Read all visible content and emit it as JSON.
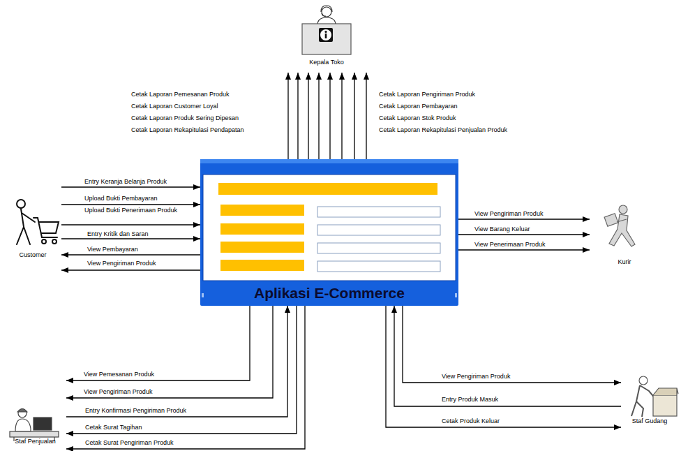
{
  "diagram": {
    "nodes": [
      {
        "text": [
          "Kepala Toko"
        ]
      },
      {
        "text": [
          "Customer"
        ]
      },
      {
        "text": [
          "Aplikasi E-Commerce"
        ]
      },
      {
        "text": [
          "Kurir"
        ]
      },
      {
        "text": [
          "Staf Penjualan"
        ]
      },
      {
        "text": [
          "Staf Gudang"
        ]
      }
    ],
    "edges": [
      {
        "from": 2,
        "to": 0,
        "label": "Cetak Laporan Pemesanan Produk",
        "arrow": "to"
      },
      {
        "from": 2,
        "to": 0,
        "label": "Cetak Laporan Customer Loyal",
        "arrow": "to"
      },
      {
        "from": 2,
        "to": 0,
        "label": "Cetak Laporan Produk Sering Dipesan",
        "arrow": "to"
      },
      {
        "from": 2,
        "to": 0,
        "label": "Cetak Laporan Rekapitulasi Pendapatan",
        "arrow": "to"
      },
      {
        "from": 2,
        "to": 0,
        "label": "Cetak Laporan Pengiriman Produk",
        "arrow": "to"
      },
      {
        "from": 2,
        "to": 0,
        "label": "Cetak Laporan Pembayaran",
        "arrow": "to"
      },
      {
        "from": 2,
        "to": 0,
        "label": "Cetak Laporan Stok Produk",
        "arrow": "to"
      },
      {
        "from": 2,
        "to": 0,
        "label": "Cetak Laporan Rekapitulasi Penjualan Produk",
        "arrow": "to"
      },
      {
        "from": 1,
        "to": 2,
        "label": "Entry Keranja Belanja Produk",
        "arrow": "to"
      },
      {
        "from": 1,
        "to": 2,
        "label": "Upload Bukti Pembayaran",
        "arrow": "to"
      },
      {
        "from": 1,
        "to": 2,
        "label": "Upload Bukti Penerimaan Produk",
        "arrow": "to"
      },
      {
        "from": 1,
        "to": 2,
        "label": "Entry Kritik dan Saran",
        "arrow": "to"
      },
      {
        "from": 2,
        "to": 1,
        "label": "View Pembayaran",
        "arrow": "to"
      },
      {
        "from": 2,
        "to": 1,
        "label": "View Pengiriman Produk",
        "arrow": "to"
      },
      {
        "from": 2,
        "to": 3,
        "label": "View Pengiriman Produk",
        "arrow": "to"
      },
      {
        "from": 2,
        "to": 3,
        "label": "View Barang Keluar",
        "arrow": "to"
      },
      {
        "from": 2,
        "to": 3,
        "label": "View Penerimaan Produk",
        "arrow": "to"
      },
      {
        "from": 2,
        "to": 4,
        "label": "View Pemesanan Produk",
        "arrow": "to"
      },
      {
        "from": 2,
        "to": 4,
        "label": "View Pengiriman Produk",
        "arrow": "to"
      },
      {
        "from": 4,
        "to": 2,
        "label": "Entry  Konfirmasi Pengiriman Produk",
        "arrow": "to"
      },
      {
        "from": 2,
        "to": 4,
        "label": "Cetak Surat Tagihan",
        "arrow": "to"
      },
      {
        "from": 2,
        "to": 4,
        "label": "Cetak Surat Pengiriman Produk",
        "arrow": "to"
      },
      {
        "from": 2,
        "to": 5,
        "label": "View Pengiriman Produk",
        "arrow": "to"
      },
      {
        "from": 5,
        "to": 2,
        "label": "Entry Produk Masuk",
        "arrow": "to"
      },
      {
        "from": 2,
        "to": 5,
        "label": "Cetak Produk Keluar",
        "arrow": "to"
      }
    ]
  }
}
